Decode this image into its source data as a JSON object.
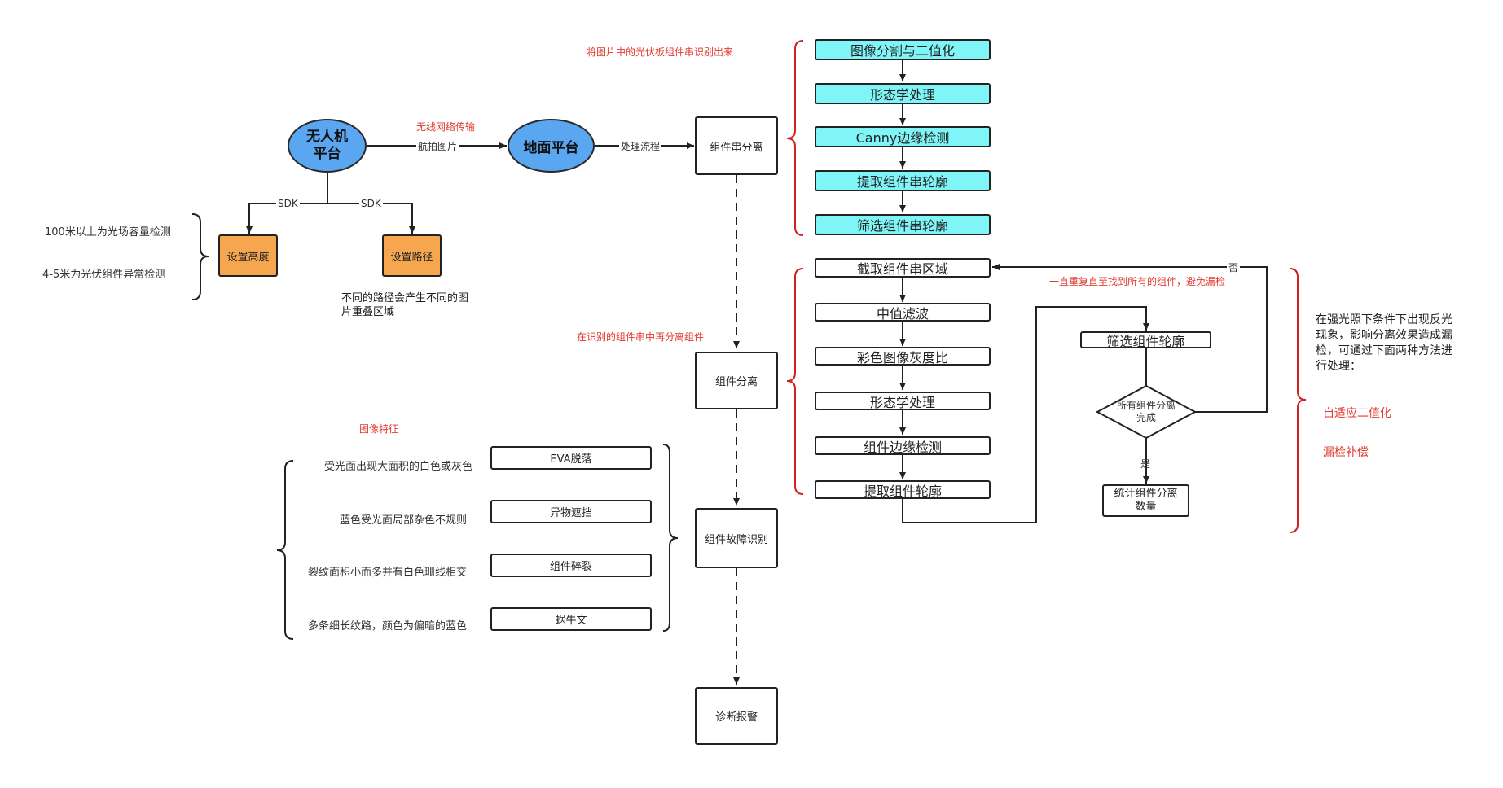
{
  "nodes": {
    "uav": "无人机\n平台",
    "ground": "地面平台",
    "set_height": "设置高度",
    "set_path": "设置路径",
    "string_sep": "组件串分离",
    "module_sep": "组件分离",
    "fault_id": "组件故障识别",
    "alarm": "诊断报警"
  },
  "edge_labels": {
    "wireless": "无线网络传输",
    "aerial": "航拍图片",
    "process_flow": "处理流程",
    "sdk_left": "SDK",
    "sdk_right": "SDK",
    "no": "否",
    "yes": "是"
  },
  "notes": {
    "height_100": "100米以上为光场容量检测",
    "height_45": "4-5米为光伏组件异常检测",
    "path_note": "不同的路径会产生不同的图片重叠区域",
    "string_caption": "将图片中的光伏板组件串识别出来",
    "module_caption": "在识别的组件串中再分离组件",
    "image_features": "图像特征",
    "repeat": "一直重复直至找到所有的组件，避免漏检",
    "reflection": "在强光照下条件下出现反光现象，影响分离效果造成漏检，可通过下面两种方法进行处理：",
    "adaptive": "自适应二值化",
    "compensation": "漏检补偿"
  },
  "string_steps": [
    "图像分割与二值化",
    "形态学处理",
    "Canny边缘检测",
    "提取组件串轮廓",
    "筛选组件串轮廓"
  ],
  "module_steps": [
    "截取组件串区域",
    "中值滤波",
    "彩色图像灰度比",
    "形态学处理",
    "组件边缘检测",
    "提取组件轮廓"
  ],
  "loop": {
    "filter": "筛选组件轮廓",
    "decision": "所有组件分离\n完成",
    "count": "统计组件分离\n数量"
  },
  "faults": [
    {
      "desc": "受光面出现大面积的白色或灰色",
      "name": "EVA脱落"
    },
    {
      "desc": "蓝色受光面局部杂色不规则",
      "name": "异物遮挡"
    },
    {
      "desc": "裂纹面积小而多并有白色珊线相交",
      "name": "组件碎裂"
    },
    {
      "desc": "多条细长纹路，颜色为偏暗的蓝色",
      "name": "蜗牛文"
    }
  ],
  "colors": {
    "ellipse": "#5aa6f0",
    "orange": "#f7a650",
    "cyan": "#7ff5f7",
    "red": "#e03a2f",
    "brace_red": "#d42020"
  }
}
